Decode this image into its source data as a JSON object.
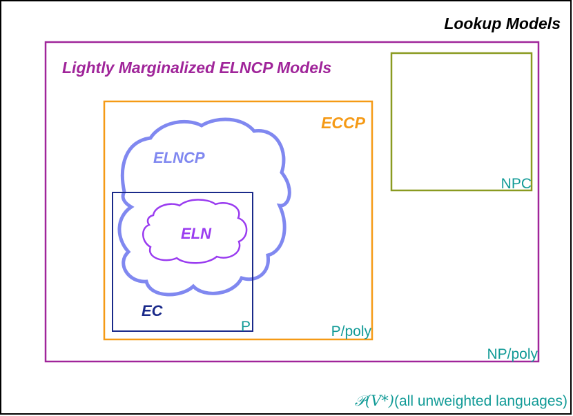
{
  "outer": {
    "label": "Lookup Models",
    "color": "#000000"
  },
  "lm_elncp": {
    "label": "Lightly Marginalized ELNCP Models",
    "color": "#a0259a"
  },
  "eccp": {
    "label": "ECCP",
    "color": "#f59a16"
  },
  "elncp": {
    "label": "ELNCP",
    "color": "#8088f0"
  },
  "eln": {
    "label": "ELN",
    "color": "#9a3cf0"
  },
  "ec": {
    "label": "EC",
    "color": "#1a2a8a"
  },
  "npc": {
    "label": "NPC",
    "color": "#8a9a20"
  },
  "complexity_classes": {
    "p": "P",
    "p_poly": "P/poly",
    "np_poly": "NP/poly",
    "npc": "NPC",
    "color": "#109a96"
  },
  "all_languages": {
    "math": "𝒫(V*)",
    "text": "(all unweighted languages)"
  }
}
